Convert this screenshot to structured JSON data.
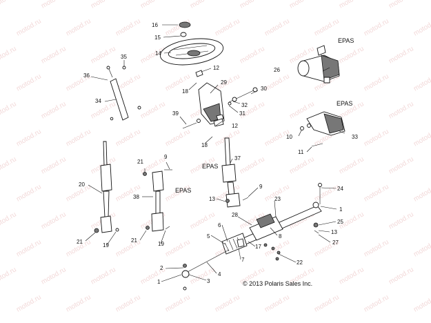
{
  "labels": {
    "n1": "1",
    "n2": "2",
    "n3": "3",
    "n4": "4",
    "n5": "5",
    "n6": "6",
    "n7": "7",
    "n8": "8",
    "n9": "9",
    "n10": "10",
    "n11": "11",
    "n12": "12",
    "n13": "13",
    "n14": "14",
    "n15": "15",
    "n16": "16",
    "n17": "17",
    "n18": "18",
    "n19": "19",
    "n20": "20",
    "n21": "21",
    "n22": "22",
    "n23": "23",
    "n24": "24",
    "n25": "25",
    "n26": "26",
    "n27": "27",
    "n28": "28",
    "n29": "29",
    "n30": "30",
    "n31": "31",
    "n32": "32",
    "n33": "33",
    "n34": "34",
    "n35": "35",
    "n36": "36",
    "n37": "37",
    "n38": "38",
    "n39": "39",
    "epas": "EPAS"
  },
  "watermark": "motod.ru",
  "copyright": "© 2013 Polaris Sales Inc."
}
